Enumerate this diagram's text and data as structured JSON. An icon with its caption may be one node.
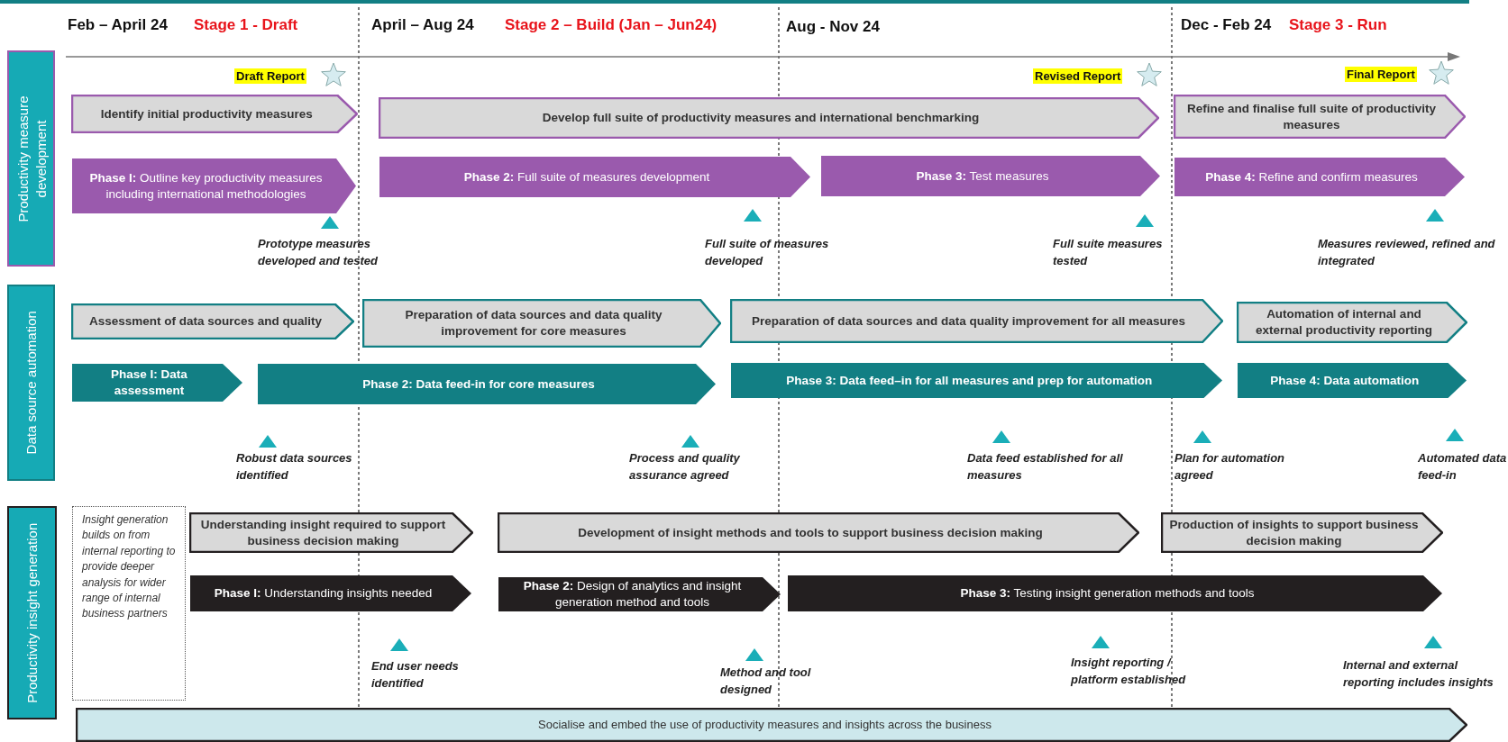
{
  "diagram": {
    "nodes": [
      {
        "text": [
          "Productivity measure development"
        ]
      },
      {
        "text": [
          "Identify initial productivity measures"
        ]
      },
      {
        "text": [
          "Develop full suite of productivity measures and international benchmarking"
        ]
      },
      {
        "text": [
          "Refine and finalise full suite of productivity measures"
        ]
      },
      {
        "text": [
          "**Phase I:** Outline key productivity measures including international methodologies"
        ]
      },
      {
        "text": [
          "**Phase 2:** Full suite of measures development"
        ]
      },
      {
        "text": [
          "**Phase 3:** Test measures"
        ]
      },
      {
        "text": [
          "**Phase 4:** Refine and confirm measures"
        ]
      },
      {
        "text": [
          "Data source automation"
        ]
      },
      {
        "text": [
          "Assessment of data sources and quality"
        ]
      },
      {
        "text": [
          "Preparation of data sources and data quality improvement for core measures"
        ]
      },
      {
        "text": [
          "Preparation of data sources and data quality improvement for all measures"
        ]
      },
      {
        "text": [
          "Automation of internal and external productivity reporting"
        ]
      },
      {
        "text": [
          "Phase I: Data assessment"
        ]
      },
      {
        "text": [
          "Phase 2: Data feed-in for core measures"
        ]
      },
      {
        "text": [
          "Phase 3: Data feed–in for all measures and prep for automation"
        ]
      },
      {
        "text": [
          "Phase 4: Data automation"
        ]
      },
      {
        "text": [
          "Productivity insight generation"
        ]
      },
      {
        "text": [
          "Insight generation builds on from internal reporting to provide deeper analysis for wider range of internal business partners"
        ]
      },
      {
        "text": [
          "Understanding insight required to support business decision making"
        ]
      },
      {
        "text": [
          "Development of insight methods and tools to support business decision making"
        ]
      },
      {
        "text": [
          "Production of insights to support business decision making"
        ]
      },
      {
        "text": [
          "**Phase I:** Understanding insights needed"
        ]
      },
      {
        "text": [
          "**Phase 2:** Design of analytics and insight generation method and tools"
        ]
      },
      {
        "text": [
          "**Phase 3:** Testing insight generation methods and tools"
        ]
      },
      {
        "text": [
          "Socialise and embed the use of productivity measures and insights across the business"
        ]
      }
    ],
    "edges": [],
    "labels": [
      "Feb – April 24",
      "Stage 1 - Draft",
      "April – Aug 24",
      "Stage 2 – Build (Jan – Jun24)",
      "Aug - Nov 24",
      "Dec - Feb 24",
      "Stage 3 - Run",
      "Draft Report",
      "Revised Report",
      "Final Report",
      "Prototype measures developed and tested",
      "Full suite of measures developed",
      "Full suite measures tested",
      "Measures reviewed, refined and integrated",
      "Robust data sources identified",
      "Process and quality assurance agreed",
      "Data feed established for all measures",
      "Plan for automation agreed",
      "Automated data feed-in",
      "End user needs identified",
      "Method and tool designed",
      "Insight reporting / platform established",
      "Internal and external reporting includes insights"
    ]
  }
}
